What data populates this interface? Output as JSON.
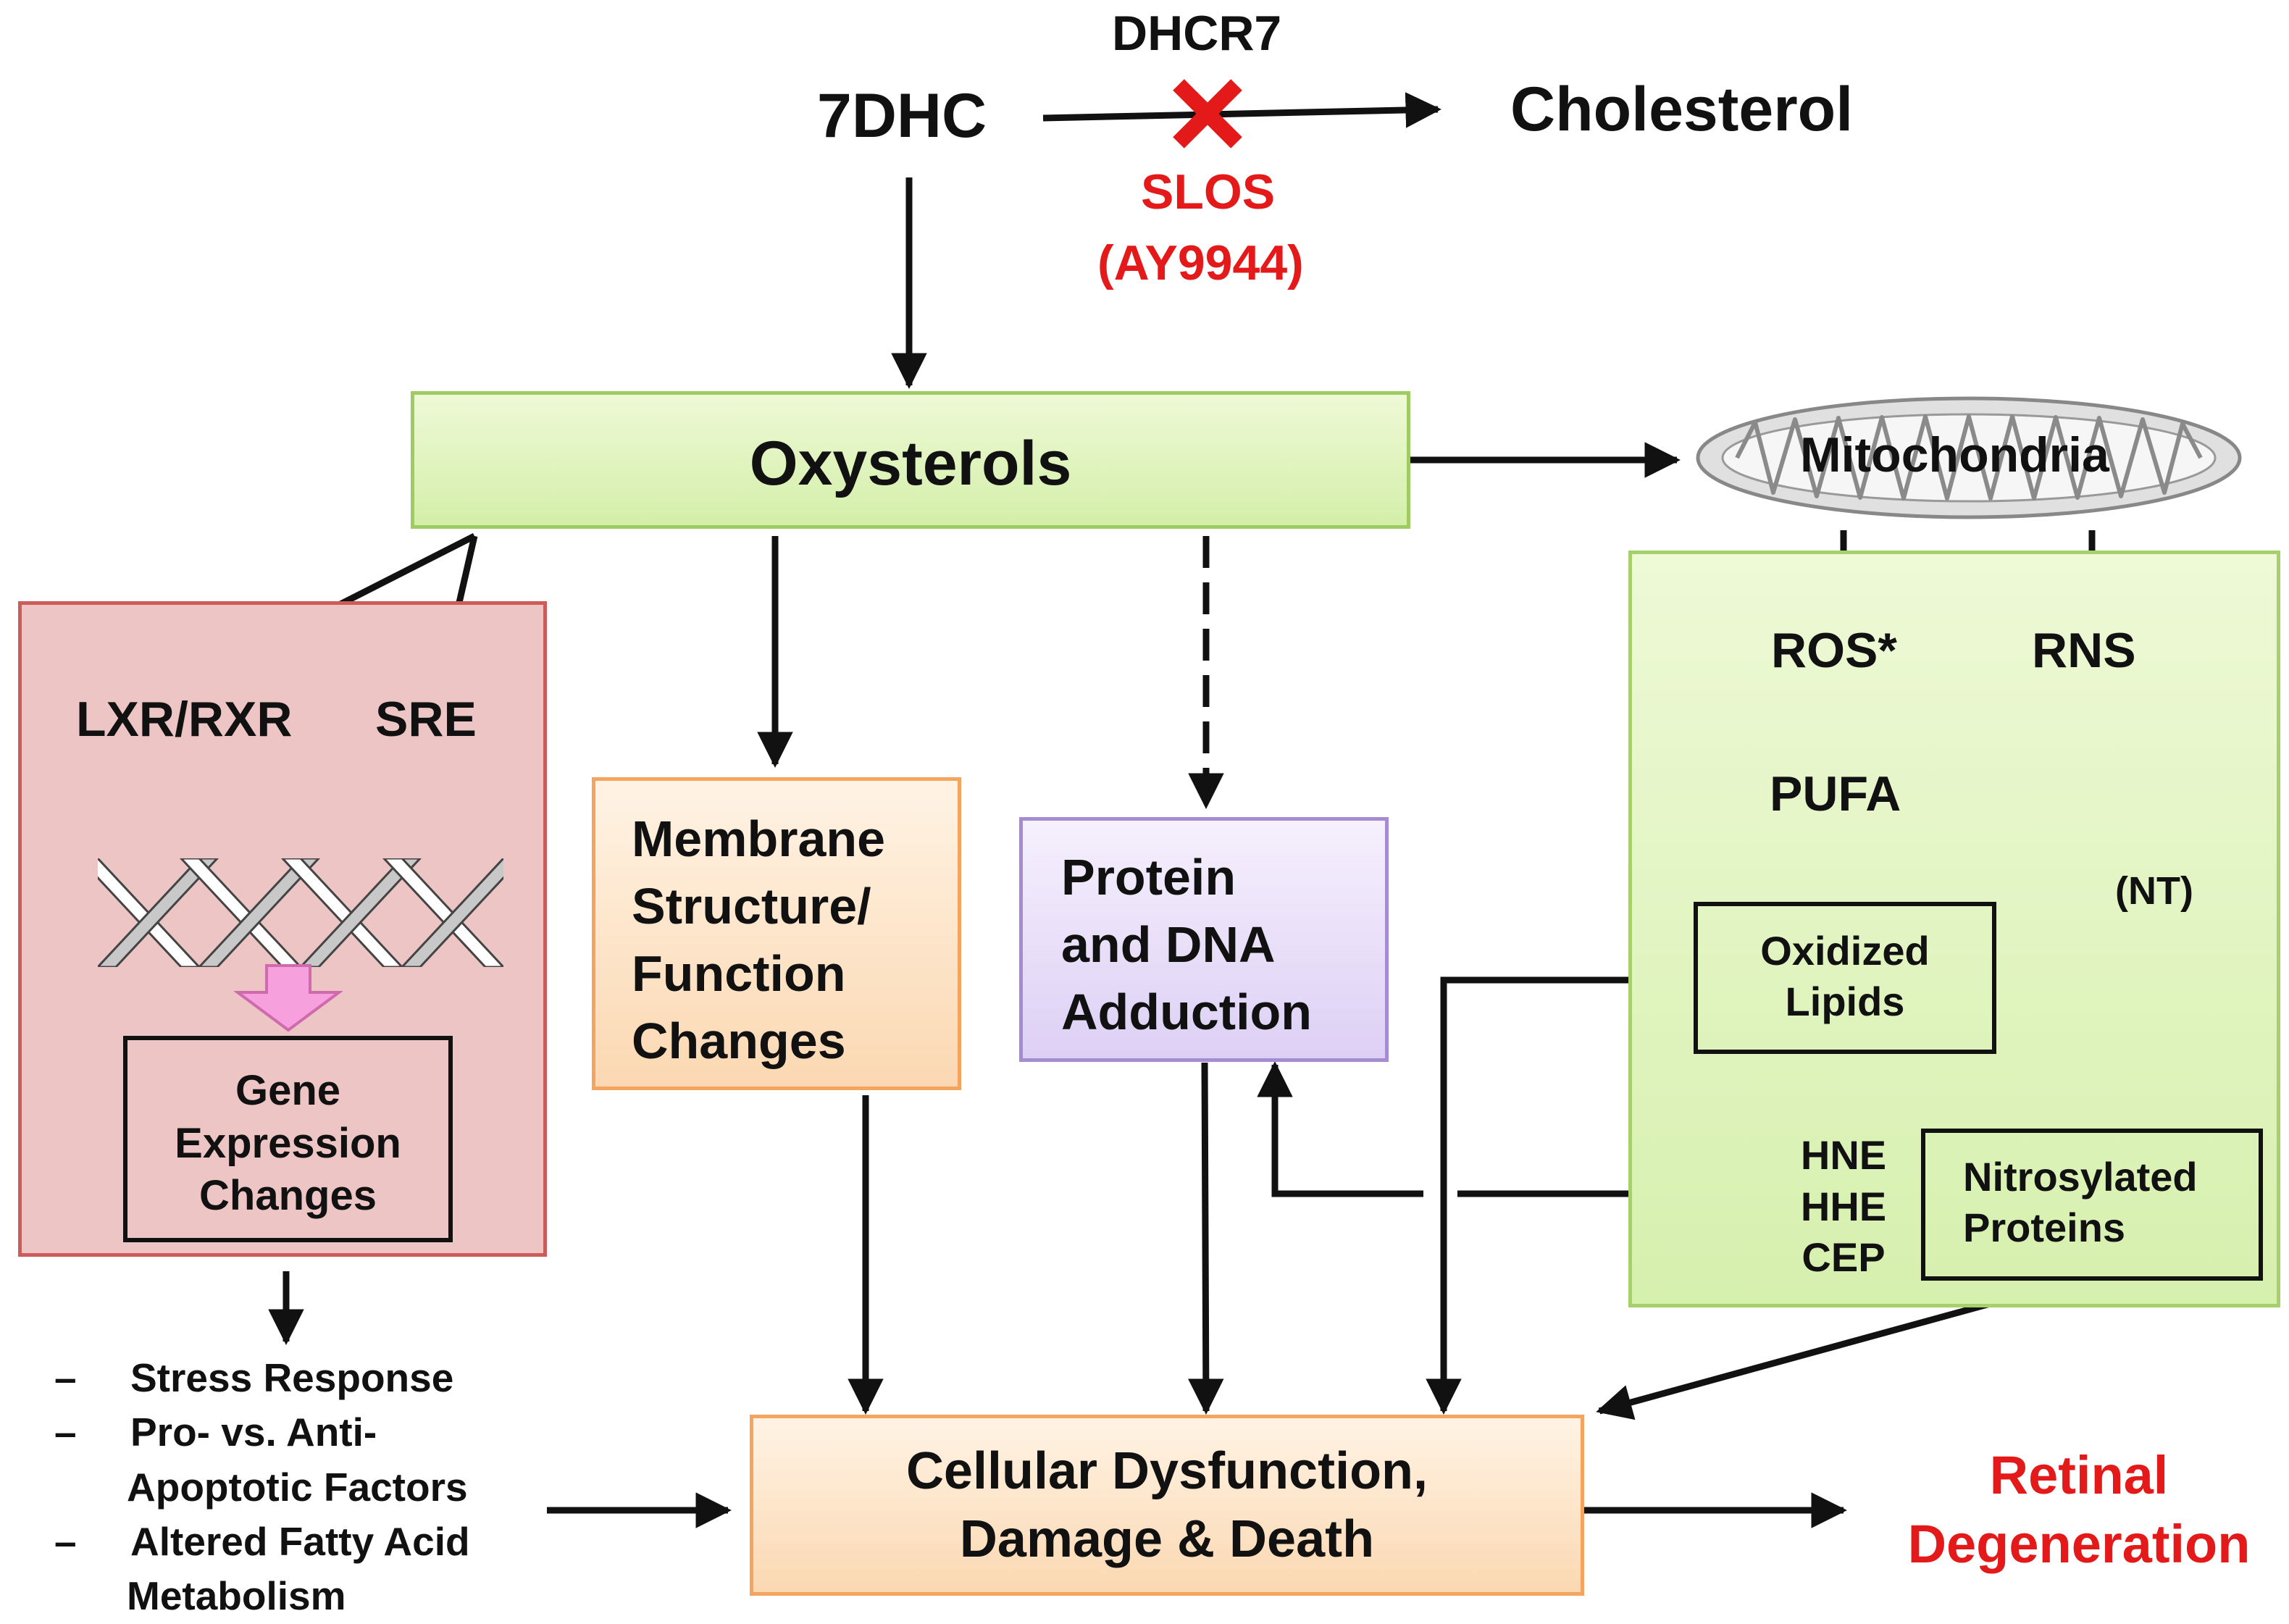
{
  "nodes": {
    "dhcr7": "DHCR7",
    "seven_dhc": "7DHC",
    "cholesterol": "Cholesterol",
    "slos": "SLOS",
    "ay9944": "(AY9944)",
    "oxysterols": "Oxysterols",
    "mitochondria": "Mitochondria",
    "lxr_rxr": "LXR/RXR",
    "sre": "SRE",
    "gene_expression": [
      "Gene",
      "Expression",
      "Changes"
    ],
    "membrane": [
      "Membrane",
      "Structure/",
      "Function",
      "Changes"
    ],
    "protein_dna": [
      "Protein",
      "and DNA",
      "Adduction"
    ],
    "ros": "ROS*",
    "rns": "RNS",
    "pufa": "PUFA",
    "nt": "(NT)",
    "oxidized_lipids": [
      "Oxidized",
      "Lipids"
    ],
    "hne": "HNE",
    "hhe": "HHE",
    "cep": "CEP",
    "nitrosylated": [
      "Nitrosylated",
      "Proteins"
    ],
    "cellular": [
      "Cellular Dysfunction,",
      "Damage & Death"
    ],
    "retinal": [
      "Retinal",
      "Degeneration"
    ]
  },
  "bullet_dash": "–",
  "outcomes": [
    {
      "lines": [
        "Stress Response"
      ]
    },
    {
      "lines": [
        "Pro- vs. Anti-",
        "Apoptotic Factors"
      ]
    },
    {
      "lines": [
        "Altered Fatty Acid",
        "Metabolism"
      ]
    }
  ],
  "colors": {
    "accent_red": "#e41a1a",
    "green_fill": "#d4efa9",
    "red_fill": "#ecc5c4",
    "orange_fill": "#fbd8b2",
    "purple_fill": "#ddd0f5",
    "arrow": "#111111",
    "pink_arrow": "#f6a0dd"
  },
  "icons": [
    "blocked-x-icon",
    "dna-helix-icon",
    "mitochondria-icon",
    "pink-down-arrow-icon"
  ]
}
